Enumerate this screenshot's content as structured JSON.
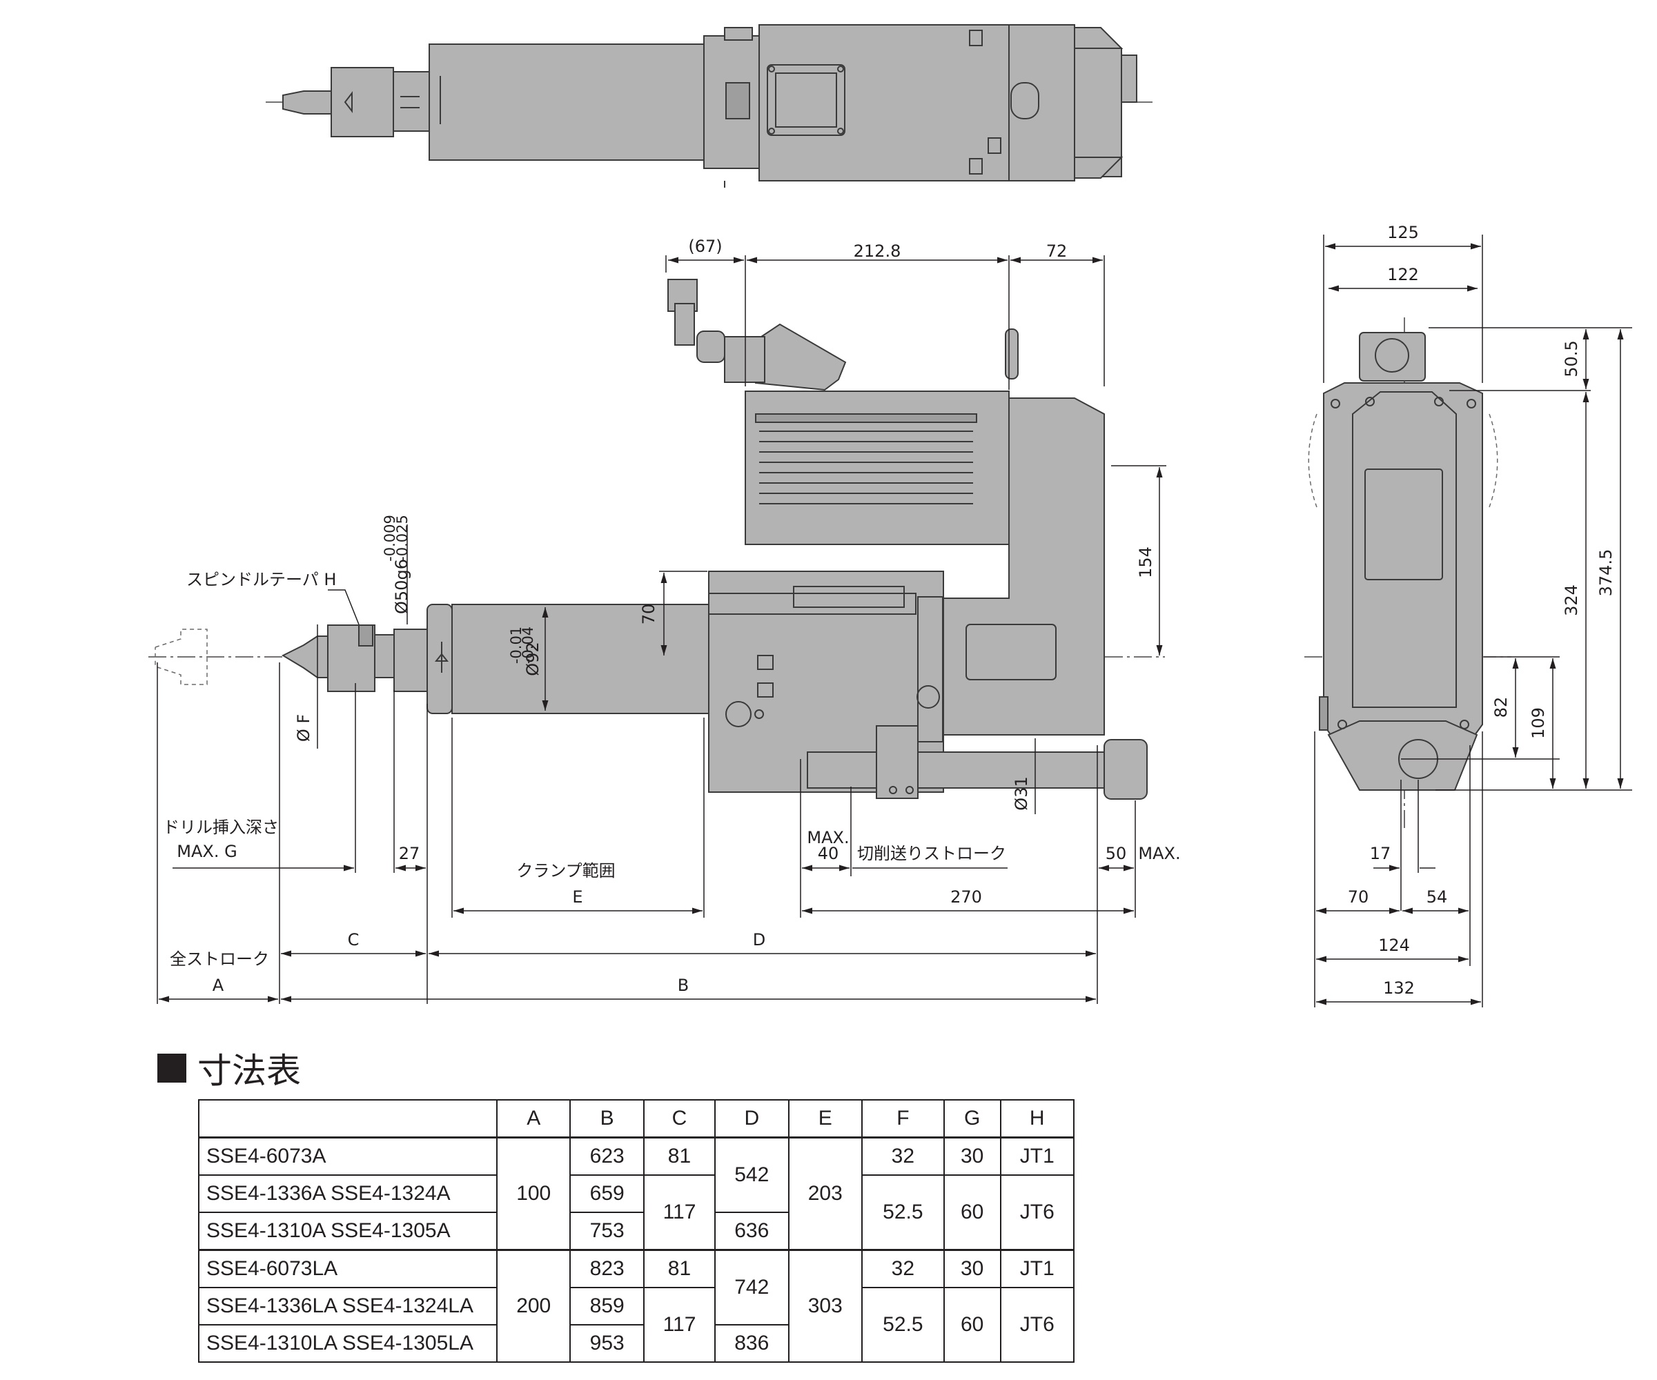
{
  "drawing": {
    "top_dims": {
      "offset": "(67)",
      "length": "212.8",
      "rear": "72"
    },
    "side_view": {
      "spindle_taper": "スピンドルテーパ H",
      "shank": "Ø50g6",
      "shank_tol_upper": "-0.009",
      "shank_tol_lower": "-0.025",
      "body_dia": "Ø92",
      "body_tol_upper": "-0.01",
      "body_tol_lower": "-0.04",
      "height_70": "70",
      "height_154": "154",
      "dia_f": "Ø F",
      "dia_31": "Ø31",
      "drill_depth_label": "ドリル挿入深さ",
      "drill_depth_max": "MAX. G",
      "dim_27": "27",
      "clamp_label": "クランプ範囲",
      "clamp_letter": "E",
      "max_label": "MAX.",
      "max_40": "40",
      "feed_stroke": "切削送りストローク",
      "dim_50": "50",
      "max_right": "MAX.",
      "dim_270": "270",
      "letter_c": "C",
      "letter_d": "D",
      "full_stroke": "全ストローク",
      "letter_a": "A",
      "letter_b": "B"
    },
    "end_view": {
      "w125": "125",
      "w122": "122",
      "h50_5": "50.5",
      "h374_5": "374.5",
      "h324": "324",
      "h82": "82",
      "h109": "109",
      "w17": "17",
      "w70": "70",
      "w54": "54",
      "w124": "124",
      "w132": "132"
    }
  },
  "table": {
    "title": "寸法表",
    "headers": [
      "",
      "A",
      "B",
      "C",
      "D",
      "E",
      "F",
      "G",
      "H"
    ],
    "groups": [
      {
        "A": "100",
        "E": "203",
        "rows": [
          {
            "model": "SSE4-6073A",
            "B": "623",
            "C": "81",
            "F": "32",
            "G": "30",
            "H": "JT1"
          },
          {
            "model": "SSE4-1336A SSE4-1324A",
            "B": "659"
          },
          {
            "model": "SSE4-1310A SSE4-1305A",
            "B": "753"
          }
        ],
        "C_117": "117",
        "D_top": "542",
        "D_bottom": "636",
        "F_big": "52.5",
        "G_big": "60",
        "H_big": "JT6"
      },
      {
        "A": "200",
        "E": "303",
        "rows": [
          {
            "model": "SSE4-6073LA",
            "B": "823",
            "C": "81",
            "F": "32",
            "G": "30",
            "H": "JT1"
          },
          {
            "model": "SSE4-1336LA SSE4-1324LA",
            "B": "859"
          },
          {
            "model": "SSE4-1310LA SSE4-1305LA",
            "B": "953"
          }
        ],
        "C_117": "117",
        "D_top": "742",
        "D_bottom": "836",
        "F_big": "52.5",
        "G_big": "60",
        "H_big": "JT6"
      }
    ]
  }
}
